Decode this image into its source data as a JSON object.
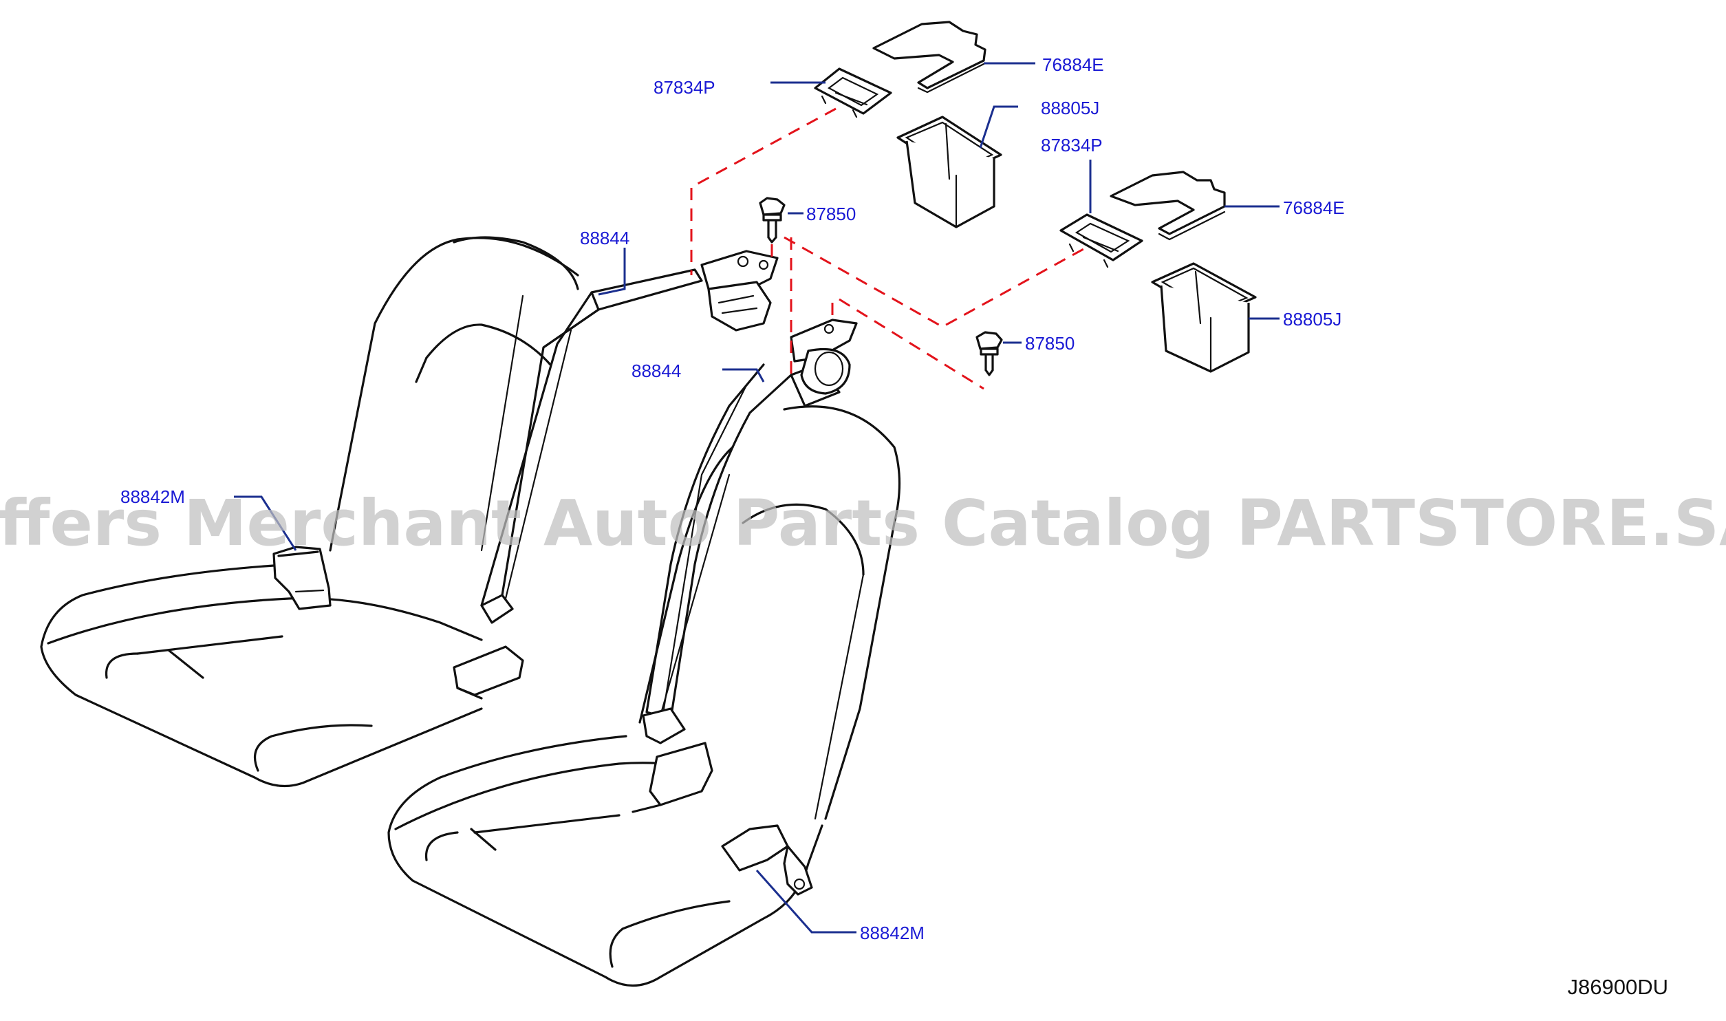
{
  "watermark": "Offers Merchant Auto Parts Catalog PARTSTORE.SA",
  "diagram_code": "J86900DU",
  "callouts": [
    {
      "id": "c1",
      "text": "87834P"
    },
    {
      "id": "c2",
      "text": "76884E"
    },
    {
      "id": "c3",
      "text": "88805J"
    },
    {
      "id": "c4",
      "text": "87834P"
    },
    {
      "id": "c5",
      "text": "87850"
    },
    {
      "id": "c6",
      "text": "88844"
    },
    {
      "id": "c7",
      "text": "76884E"
    },
    {
      "id": "c8",
      "text": "88805J"
    },
    {
      "id": "c9",
      "text": "87850"
    },
    {
      "id": "c10",
      "text": "88844"
    },
    {
      "id": "c11",
      "text": "88842M"
    },
    {
      "id": "c12",
      "text": "88842M"
    }
  ]
}
